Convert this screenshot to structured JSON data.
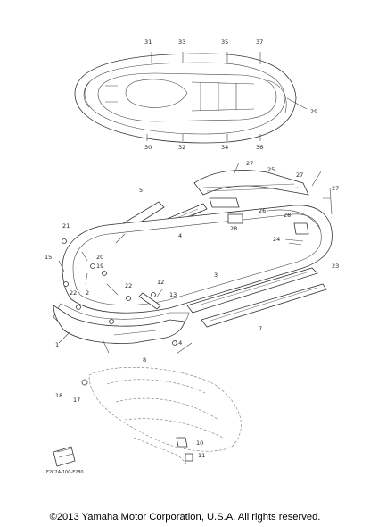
{
  "diagram": {
    "callouts": [
      "31",
      "33",
      "35",
      "37",
      "29",
      "30",
      "32",
      "34",
      "36",
      "27",
      "25",
      "5",
      "27",
      "26",
      "28",
      "21",
      "4",
      "27",
      "28",
      "24",
      "23",
      "15",
      "20",
      "19",
      "22",
      "12",
      "13",
      "22",
      "2",
      "1",
      "14",
      "3",
      "8",
      "7",
      "18",
      "17",
      "10",
      "11"
    ],
    "drawing_code": "F2C2A-100-F280",
    "copyright": "©2013 Yamaha Motor Corporation, U.S.A. All rights reserved."
  }
}
